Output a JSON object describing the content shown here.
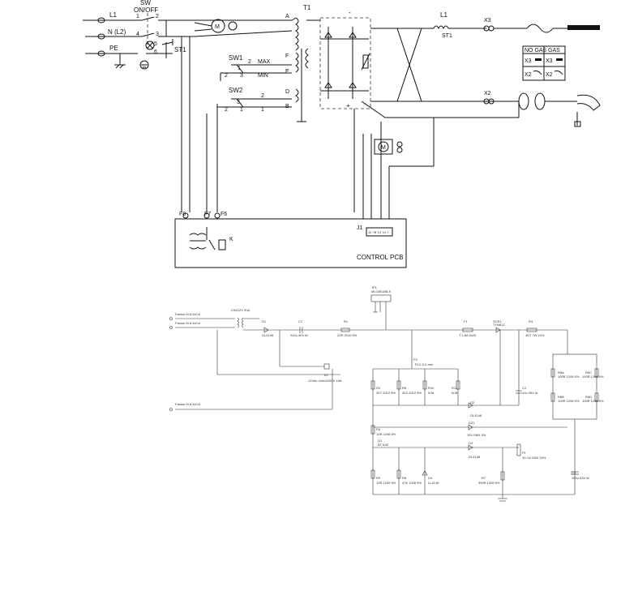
{
  "top": {
    "mains": {
      "l1": "L1",
      "n": "N (L2)",
      "pe": "PE"
    },
    "switch": {
      "title_1": "SW",
      "title_2": "ON/OFF",
      "pins": [
        "1",
        "2",
        "4",
        "3",
        "5",
        "6"
      ]
    },
    "st1": "ST1",
    "transformer": "T1",
    "sw1": {
      "name": "SW1",
      "max": "MAX",
      "min": "MIN",
      "pins": [
        "2",
        "1",
        "3"
      ],
      "pin2b": "2"
    },
    "sw2": {
      "name": "SW2",
      "pins": [
        "2",
        "3",
        "1"
      ],
      "pin2b": "2",
      "pin1b": "1"
    },
    "taps": [
      "A",
      "F",
      "E",
      "D",
      "B"
    ],
    "output": {
      "l1": "L1",
      "st1": "ST1",
      "x3": "X3",
      "x2": "X2"
    },
    "gas_table": {
      "no_gas": "NO GAS",
      "gas": "GAS",
      "rows": [
        "X3",
        "X2",
        "X3",
        "X2"
      ]
    },
    "pcb": {
      "title": "CONTROL PCB",
      "f8": "F8",
      "f7": "F7",
      "f6": "F6",
      "k": "K",
      "j1": "J1",
      "j1_pins": "J2 +B V1 V1 +"
    }
  },
  "bottom": {
    "inputs": [
      "Faston M 6,3x0,8",
      "Faston M 6,3x0,8",
      "Faston M 6,3x0,8"
    ],
    "t1": "230/12V 3VA",
    "jp1": "JP1\nMLG8018B-S",
    "components": {
      "d1": "D1",
      "d1v": "DL4148",
      "c1": "C1",
      "c1v": "220u 40V Al",
      "r1": "R1",
      "r1v": "22R 2010 5%",
      "f1": "F1",
      "f1v": "T 1,6A 5x20",
      "scr": "SCR1",
      "scrv": "TYN612",
      "r3": "R3",
      "r3v": "4R7 7W 10%",
      "k1": "K1",
      "k1v": "12Vdc 44mA/250V 16A",
      "p2": "P2",
      "p2v": "PLC 0,6 mm",
      "r2": "R2",
      "r2v": "2K7 2010 5%",
      "r5": "R5",
      "r5v": "2K0 2010 5%",
      "r10": "R10",
      "r10v": "N.M.",
      "r11": "R11",
      "r11v": "N.M.",
      "c2": "C2",
      "c2v": "10u 35V Al",
      "d2": "D2",
      "d2v": "DL4148",
      "r8a": "R8A",
      "r8av": "100R 1206 5%",
      "r8b": "R8B",
      "r8bv": "100R 1206 5%",
      "r8c": "R8C",
      "r8cv": "100R 1206 5%",
      "r8d": "R8D",
      "r8dv": "100R 1206 5%",
      "r4": "R4",
      "r4v": "10R 1206 5%",
      "dz1": "DZ1",
      "dz1v": "15V 0W4 5%",
      "q1": "Q1",
      "q1v": "BT A42",
      "d3": "D3",
      "d3v": "DL4148",
      "p1": "P1",
      "p1v": "10 Lin 2W4 20%",
      "r9": "R9",
      "r9v": "10R 1206 5%",
      "r6": "R6",
      "r6v": "47K 1206 5%",
      "d4": "D4",
      "d4v": "LL4148",
      "r7": "R7",
      "r7v": "390R 1206 5%",
      "c3": "C3",
      "c3v": "100u 63V Al"
    }
  }
}
